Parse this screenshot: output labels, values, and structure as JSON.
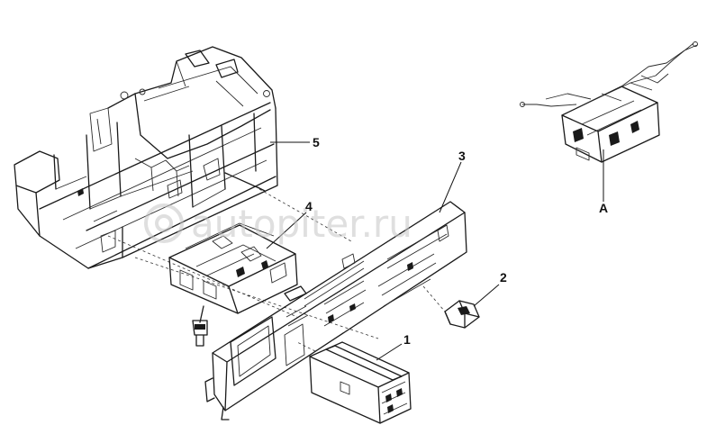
{
  "watermark": {
    "text": "autopiter.ru"
  },
  "callouts": [
    {
      "id": "1",
      "label": "1"
    },
    {
      "id": "2",
      "label": "2"
    },
    {
      "id": "3",
      "label": "3"
    },
    {
      "id": "4",
      "label": "4"
    },
    {
      "id": "5",
      "label": "5"
    },
    {
      "id": "A",
      "label": "A"
    }
  ],
  "colors": {
    "ink": "#1a1a1a",
    "background": "#ffffff",
    "watermark": "#c4c4c4"
  }
}
